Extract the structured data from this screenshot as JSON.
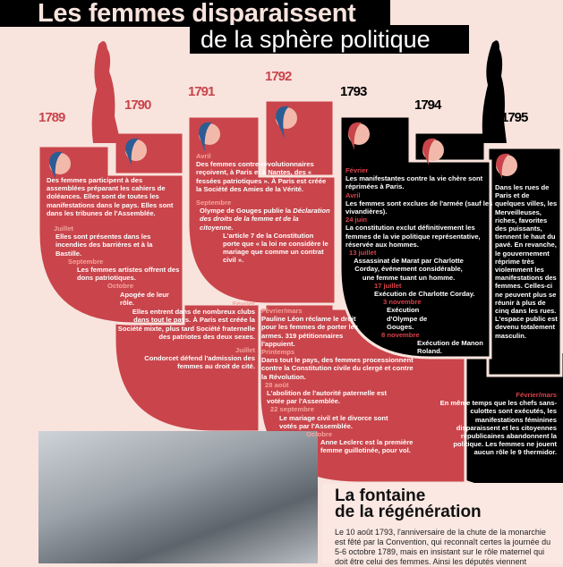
{
  "title": {
    "line1": "Les femmes disparaissent",
    "line2": "de la sphère politique"
  },
  "colors": {
    "background": "#f9e3dd",
    "red": "#c9454b",
    "black": "#000000",
    "month": "#f5a39c"
  },
  "years": [
    "1789",
    "1790",
    "1791",
    "1792",
    "1793",
    "1794",
    "1795"
  ],
  "y1789": {
    "intro": "Des femmes participent à des assemblées préparant les cahiers de doléances. Elles sont de toutes les manifestations dans le pays. Elles sont dans les tribunes de l'Assemblée.",
    "m1": "Juillet",
    "t1": "Elles sont présentes dans les incendies des barrières et à la Bastille.",
    "m2": "Septembre",
    "t2": "Les femmes artistes offrent des dons patriotiques.",
    "m3": "Octobre",
    "t3": "Apogée de leur rôle."
  },
  "y1790": {
    "m1": "Février",
    "t1": "Elles entrent dans de nombreux clubs dans tout le pays. À Paris est créée la Société mixte, plus tard Société fraternelle des patriotes des deux sexes.",
    "m2": "Juillet",
    "t2": "Condorcet défend l'admission des femmes au droit de cité."
  },
  "y1791": {
    "m1": "Avril",
    "t1": "Des femmes contre-révolutionnaires reçoivent, à Paris et à Nantes, des « fessées patriotiques ». À Paris est créée la Société des Amies de la Vérité.",
    "m2": "Septembre",
    "t2a": "Olympe de Gouges publie la",
    "t2b": "Déclaration des droits de la femme et de la citoyenne.",
    "t2c": "L'article 7 de la Constitution porte que « la loi ne considère le mariage que comme un contrat civil »."
  },
  "y1792": {
    "m1": "Février/mars",
    "t1": "Pauline Léon réclame le droit pour les femmes de porter les armes. 319 pétitionnaires l'appuient.",
    "m2": "Printemps",
    "t2": "Dans tout le pays, des femmes processionnent contre la Constitution civile du clergé et contre la Révolution.",
    "m3": "28 août",
    "t3": "L'abolition de l'autorité paternelle est votée par l'Assemblée.",
    "m4": "22 septembre",
    "t4": "Le mariage civil et le divorce sont votés par l'Assemblée.",
    "m5": "Octobre",
    "t5": "Anne Leclerc est la première femme guillotinée, pour vol."
  },
  "y1793": {
    "m1": "Février",
    "t1": "Les manifestantes contre la vie chère sont réprimées à Paris.",
    "m2": "Avril",
    "t2": "Les femmes sont exclues de l'armée (sauf les vivandières).",
    "m3": "24 juin",
    "t3": "La constitution exclut définitivement les femmes de la vie politique représentative, réservée aux hommes.",
    "m4": "13 juillet",
    "t4": "Assassinat de Marat par Charlotte Corday, événement considérable, une femme tuant un homme.",
    "m5": "17 juillet",
    "t5": "Exécution de Charlotte Corday.",
    "m6": "3 novembre",
    "t6": "Exécution d'Olympe de Gouges.",
    "m7": "8 novembre",
    "t7": "Exécution de Manon Roland."
  },
  "y1795": {
    "t1": "Dans les rues de Paris et de quelques villes, les Merveilleuses, riches, favorites des puissants, tiennent le haut du pavé. En revanche, le gouvernement réprime très violemment les manifestations des femmes. Celles-ci ne peuvent plus se réunir à plus de cinq dans les rues. L'espace public est devenu totalement masculin.",
    "m2": "Février/mars",
    "t2": "En même temps que les chefs sans-culottes sont exécutés, les manifestations féminines disparaissent et les citoyennes républicaines abandonnent la politique. Les femmes ne jouent aucun rôle le 9 thermidor."
  },
  "fontaine": {
    "title1": "La fontaine",
    "title2": "de la régénération",
    "body": "Le 10 août 1793, l'anniversaire de la chute de la monarchie est fêté par la Convention, qui reconnaît certes la journée du 5-6 octobre 1789, mais en insistant sur le rôle maternel qui doit être celui des femmes. Ainsi les députés viennent"
  }
}
